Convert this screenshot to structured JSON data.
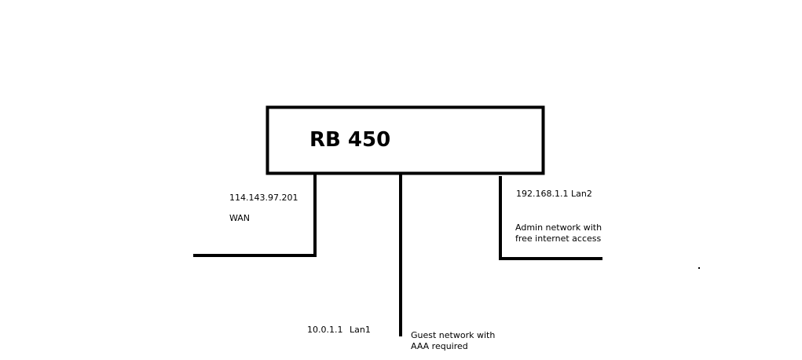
{
  "router": {
    "name": "RB 450"
  },
  "wan": {
    "ip": "114.143.97.201",
    "label": "WAN"
  },
  "lan1": {
    "ip": "10.0.1.1",
    "label": "Lan1",
    "description": "Guest network with AAA required"
  },
  "lan2": {
    "ip_and_label": "192.168.1.1 Lan2",
    "description": "Admin network with free internet access"
  },
  "colors": {
    "line": "#000000",
    "background": "#ffffff"
  }
}
